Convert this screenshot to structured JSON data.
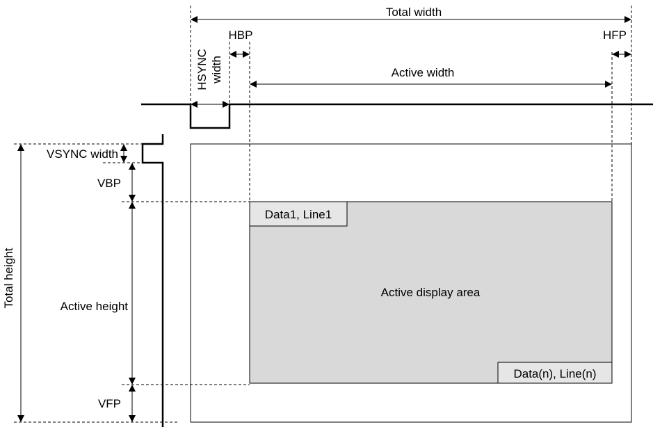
{
  "labels": {
    "total_width": "Total width",
    "hbp": "HBP",
    "hfp": "HFP",
    "hsync_width_line1": "HSYNC",
    "hsync_width_line2": "width",
    "active_width": "Active width",
    "vsync_width": "VSYNC width",
    "vbp": "VBP",
    "active_height": "Active height",
    "vfp": "VFP",
    "total_height": "Total height",
    "first_pixel": "Data1, Line1",
    "last_pixel": "Data(n), Line(n)",
    "active_area": "Active display area"
  },
  "colors": {
    "line": "#000000",
    "active_fill": "#d9d9d9",
    "pixel_box_fill": "#e6e6e6"
  }
}
